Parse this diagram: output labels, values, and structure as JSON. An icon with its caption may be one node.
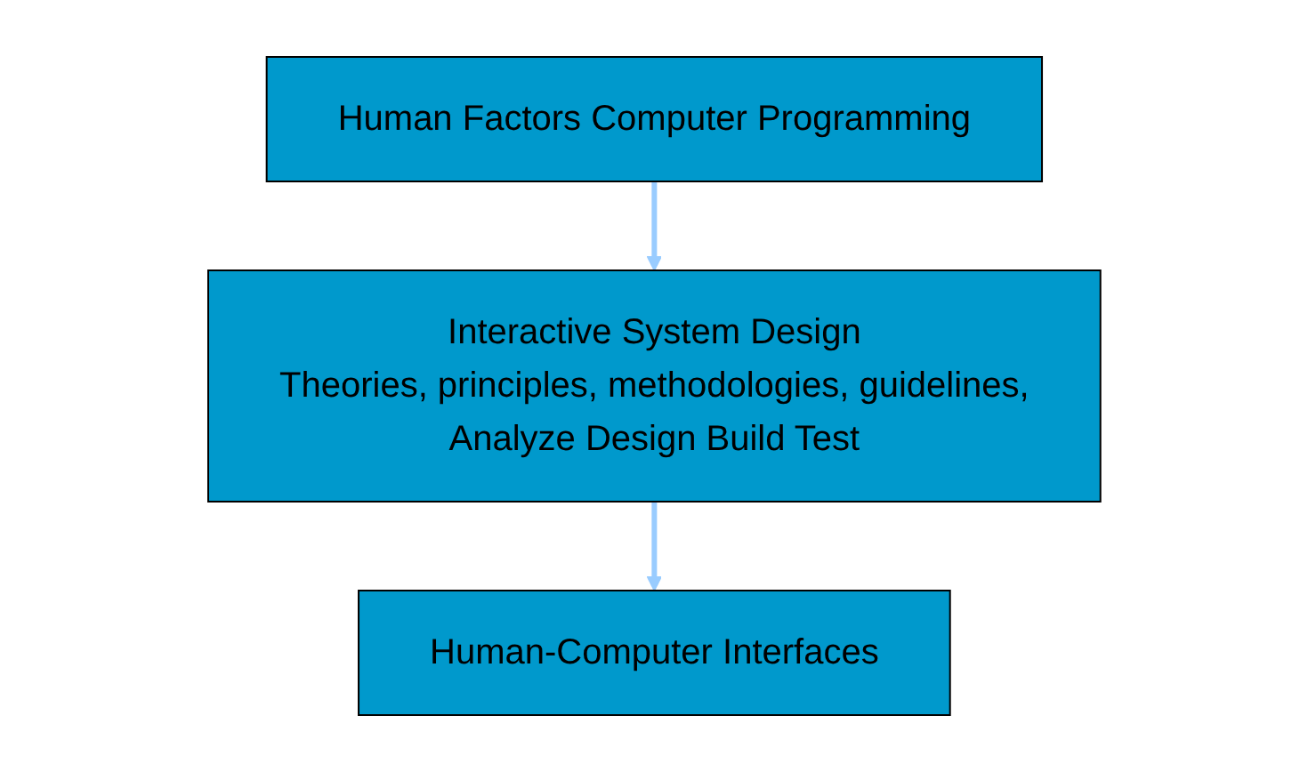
{
  "diagram": {
    "nodes": [
      {
        "text": [
          "Human Factors",
          "Computer Programming"
        ]
      },
      {
        "text": [
          "Interactive System Design",
          "Theories, principles, methodologies, guidelines,",
          "Analyze",
          "Design",
          "Build",
          "Test"
        ]
      },
      {
        "text": [
          "Human-Computer Interfaces"
        ]
      }
    ],
    "edges": [
      {
        "from": 0,
        "to": 1,
        "arrow": "to",
        "color": "#99ccff"
      },
      {
        "from": 1,
        "to": 2,
        "arrow": "to",
        "color": "#99ccff"
      }
    ]
  }
}
